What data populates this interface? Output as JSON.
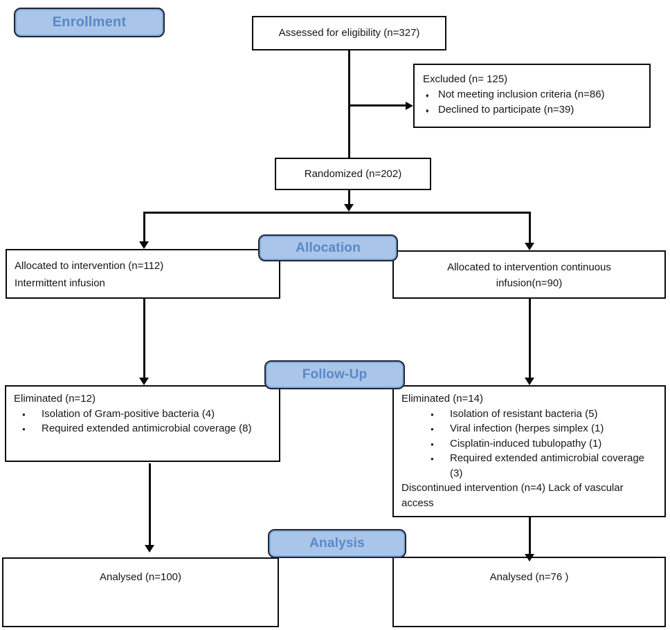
{
  "colors": {
    "badge_fill": "#a9c6ea",
    "badge_border": "#1d2433",
    "badge_text": "#5b87c6",
    "line_color": "#0a0a0a",
    "box_border": "#0a0a0a",
    "background": "#ffffff"
  },
  "stages": {
    "enrollment": "Enrollment",
    "allocation": "Allocation",
    "followup": "Follow-Up",
    "analysis": "Analysis"
  },
  "boxes": {
    "assessed": {
      "text": "Assessed for eligibility (n=327)"
    },
    "excluded": {
      "title": "Excluded (n= 125)",
      "items": [
        "Not meeting inclusion criteria (n=86)",
        "Declined to participate (n=39)"
      ]
    },
    "randomized": {
      "text": "Randomized (n=202)"
    },
    "alloc_left": {
      "line1": "Allocated to intervention (n=112)",
      "line2": "Intermittent infusion"
    },
    "alloc_right": {
      "line1": "Allocated to intervention continuous",
      "line2": "infusion(n=90)"
    },
    "elim_left": {
      "title": "Eliminated (n=12)",
      "items": [
        "Isolation of Gram-positive bacteria (4)",
        "Required extended antimicrobial coverage (8)"
      ]
    },
    "elim_right": {
      "title": "Eliminated (n=14)",
      "items": [
        "Isolation of resistant bacteria (5)",
        "Viral infection (herpes simplex (1)",
        "Cisplatin-induced tubulopathy (1)",
        "Required extended antimicrobial coverage (3)"
      ],
      "footer": "Discontinued intervention (n=4)  Lack of vascular access"
    },
    "analysed_left": {
      "text": "Analysed  (n=100)"
    },
    "analysed_right": {
      "text": "Analysed  (n=76 )"
    }
  }
}
